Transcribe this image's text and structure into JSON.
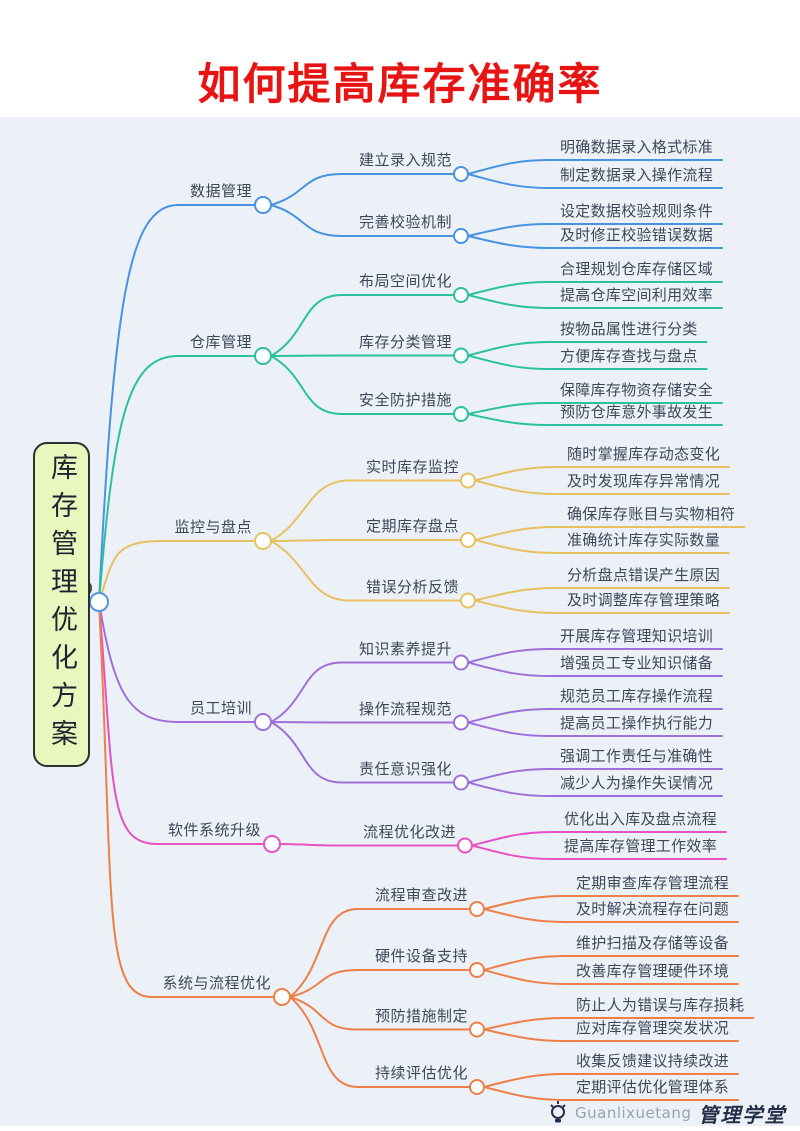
{
  "title": {
    "text": "如何提高库存准确率",
    "color": "#e81414"
  },
  "central": {
    "text": "库存管理优化方案",
    "fill": "#e9f6be",
    "border": "#2e2e2e"
  },
  "footer": {
    "brand_latin": "Guanlixuetang",
    "brand_cn": "管理学堂"
  },
  "mindmap": {
    "background": "#ecf1f8",
    "text_color": "#3c4858",
    "branches": [
      {
        "label": "数据管理",
        "color": "#4793e0",
        "children": [
          {
            "label": "建立录入规范",
            "leaves": [
              "明确数据录入格式标准",
              "制定数据录入操作流程"
            ]
          },
          {
            "label": "完善校验机制",
            "leaves": [
              "设定数据校验规则条件",
              "及时修正校验错误数据"
            ]
          }
        ]
      },
      {
        "label": "仓库管理",
        "color": "#2cc19e",
        "children": [
          {
            "label": "布局空间优化",
            "leaves": [
              "合理规划仓库存储区域",
              "提高仓库空间利用效率"
            ]
          },
          {
            "label": "库存分类管理",
            "leaves": [
              "按物品属性进行分类",
              "方便库存查找与盘点"
            ]
          },
          {
            "label": "安全防护措施",
            "leaves": [
              "保障库存物资存储安全",
              "预防仓库意外事故发生"
            ]
          }
        ]
      },
      {
        "label": "监控与盘点",
        "color": "#e6c161",
        "children": [
          {
            "label": "实时库存监控",
            "leaves": [
              "随时掌握库存动态变化",
              "及时发现库存异常情况"
            ]
          },
          {
            "label": "定期库存盘点",
            "leaves": [
              "确保库存账目与实物相符",
              "准确统计库存实际数量"
            ]
          },
          {
            "label": "错误分析反馈",
            "leaves": [
              "分析盘点错误产生原因",
              "及时调整库存管理策略"
            ]
          }
        ]
      },
      {
        "label": "员工培训",
        "color": "#9d70da",
        "children": [
          {
            "label": "知识素养提升",
            "leaves": [
              "开展库存管理知识培训",
              "增强员工专业知识储备"
            ]
          },
          {
            "label": "操作流程规范",
            "leaves": [
              "规范员工库存操作流程",
              "提高员工操作执行能力"
            ]
          },
          {
            "label": "责任意识强化",
            "leaves": [
              "强调工作责任与准确性",
              "减少人为操作失误情况"
            ]
          }
        ]
      },
      {
        "label": "软件系统升级",
        "color": "#e851c3",
        "children": [
          {
            "label": "流程优化改进",
            "leaves": [
              "优化出入库及盘点流程",
              "提高库存管理工作效率"
            ]
          }
        ]
      },
      {
        "label": "系统与流程优化",
        "color": "#ee7f48",
        "children": [
          {
            "label": "流程审查改进",
            "leaves": [
              "定期审查库存管理流程",
              "及时解决流程存在问题"
            ]
          },
          {
            "label": "硬件设备支持",
            "leaves": [
              "维护扫描及存储等设备",
              "改善库存管理硬件环境"
            ]
          },
          {
            "label": "预防措施制定",
            "leaves": [
              "防止人为错误与库存损耗",
              "应对库存管理突发状况"
            ]
          },
          {
            "label": "持续评估优化",
            "leaves": [
              "收集反馈建议持续改进",
              "定期评估优化管理体系"
            ]
          }
        ]
      }
    ]
  }
}
